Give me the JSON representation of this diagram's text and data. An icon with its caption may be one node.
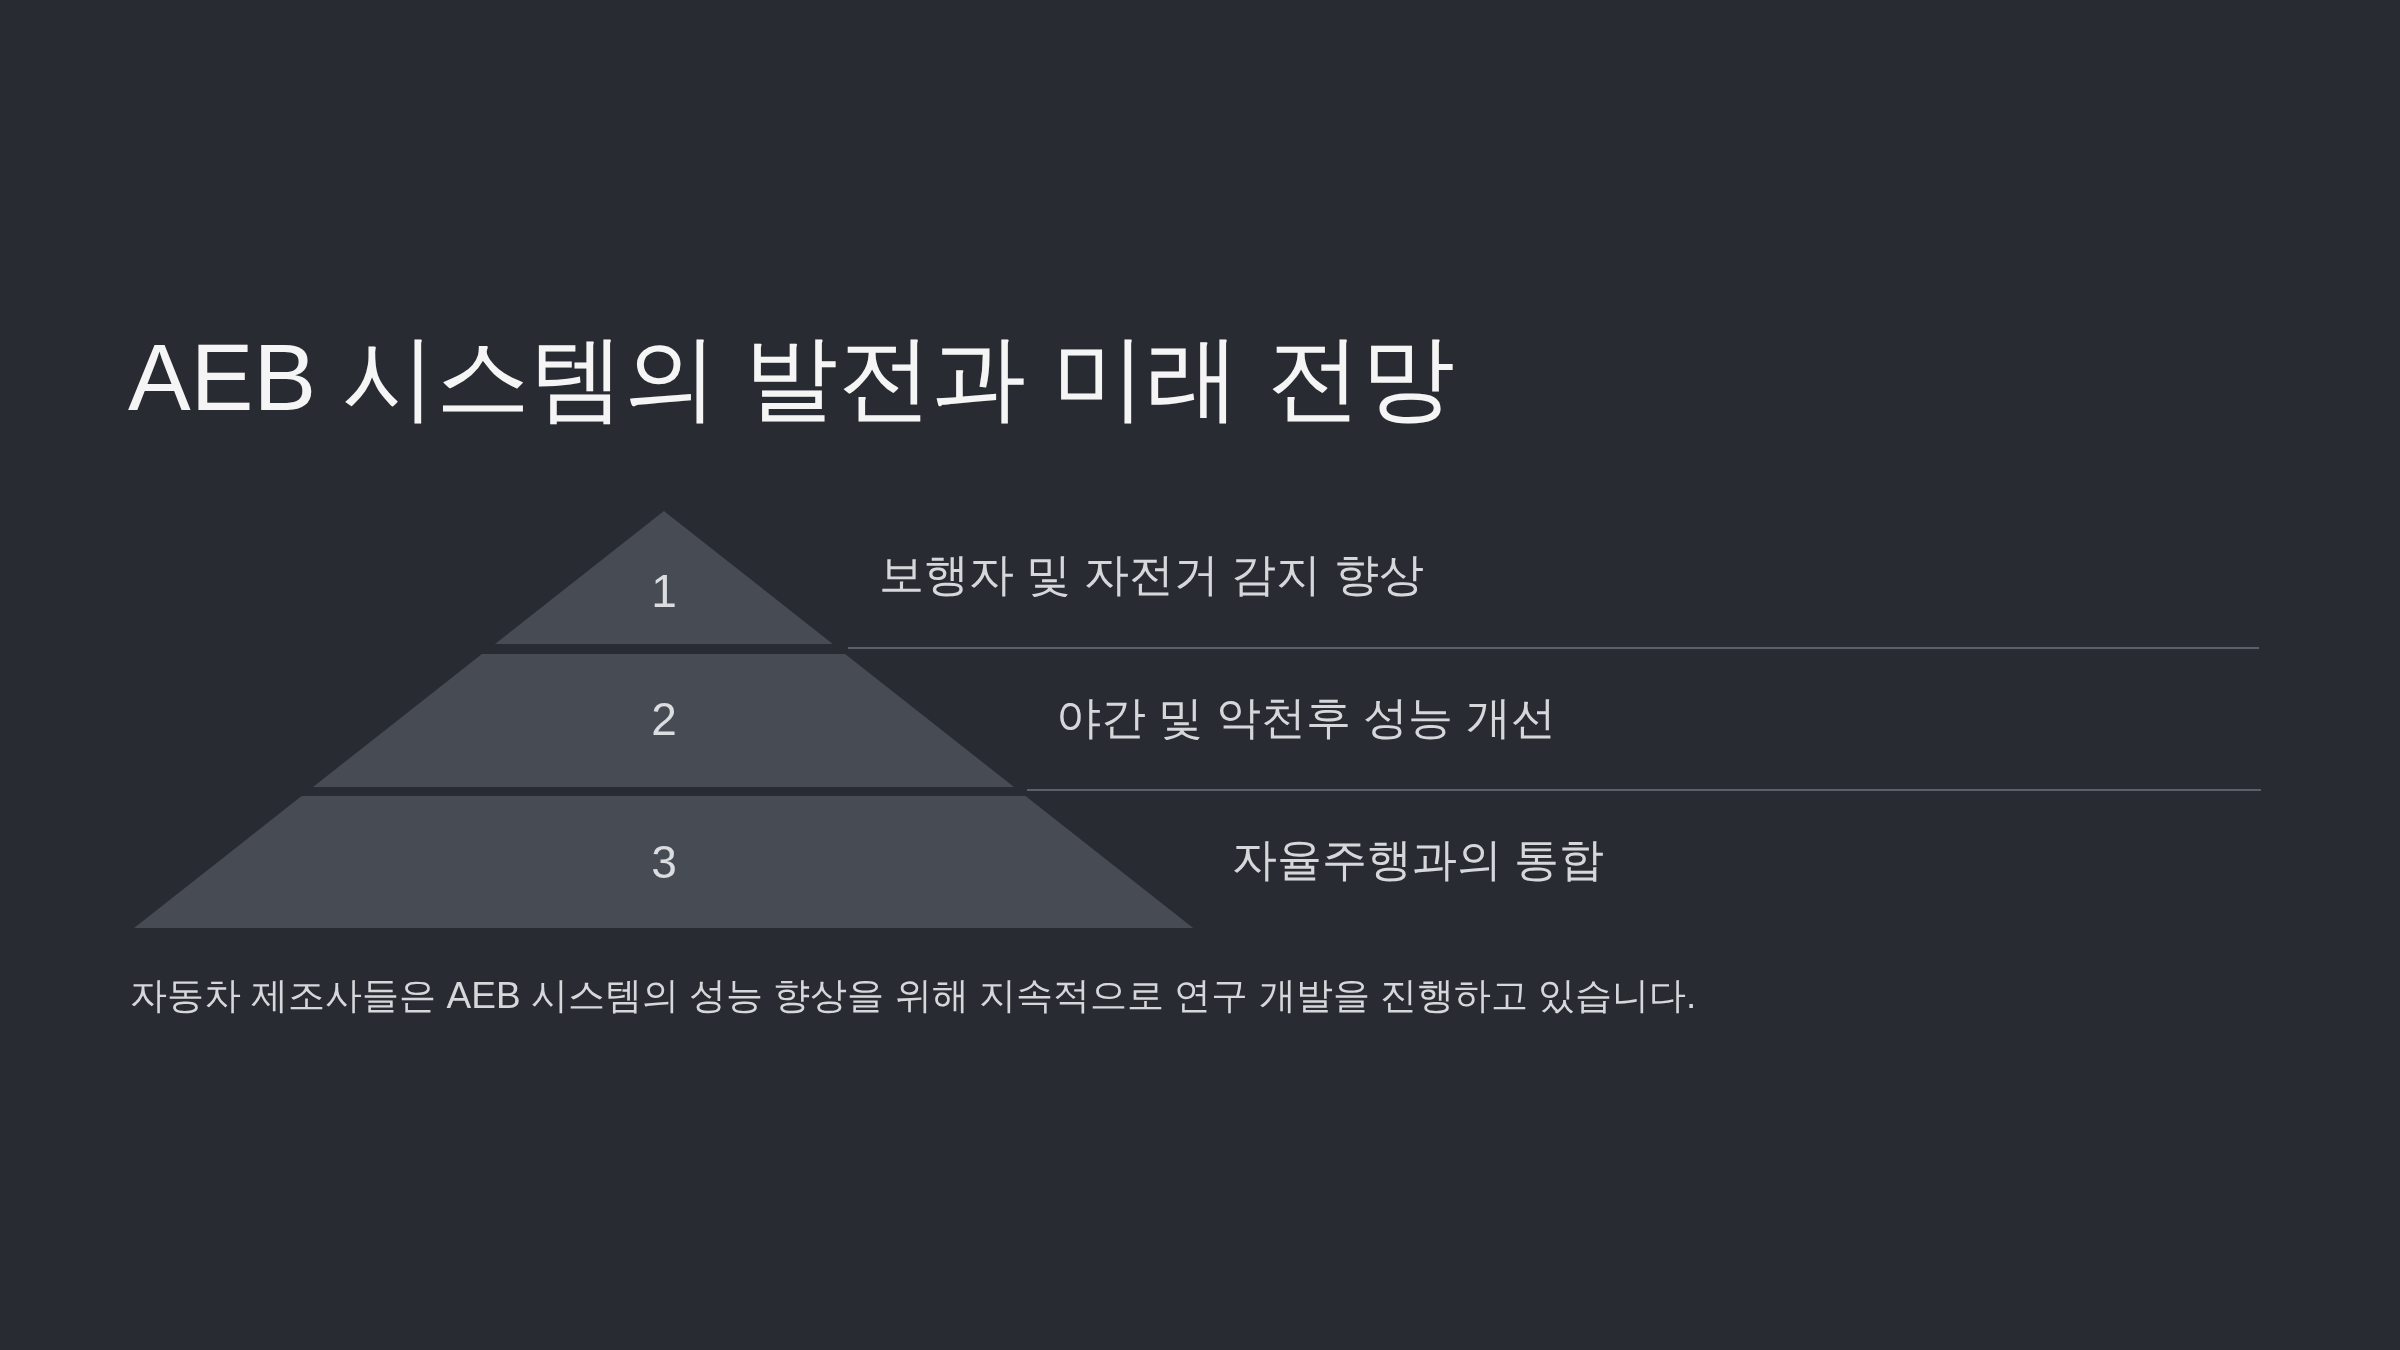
{
  "diagram": {
    "title": "AEB 시스템의 발전과 미래 전망",
    "caption": "자동차 제조사들은 AEB 시스템의 성능 향상을 위해 지속적으로 연구 개발을 진행하고 있습니다.",
    "nodes": [
      {
        "text": [
          "1"
        ],
        "beside": [
          "보행자 및 자전거 감지 향상"
        ]
      },
      {
        "text": [
          "2"
        ],
        "beside": [
          "야간 및 악천후 성능 개선"
        ]
      },
      {
        "text": [
          "3"
        ],
        "beside": [
          "자율주행과의 통합"
        ]
      }
    ]
  }
}
